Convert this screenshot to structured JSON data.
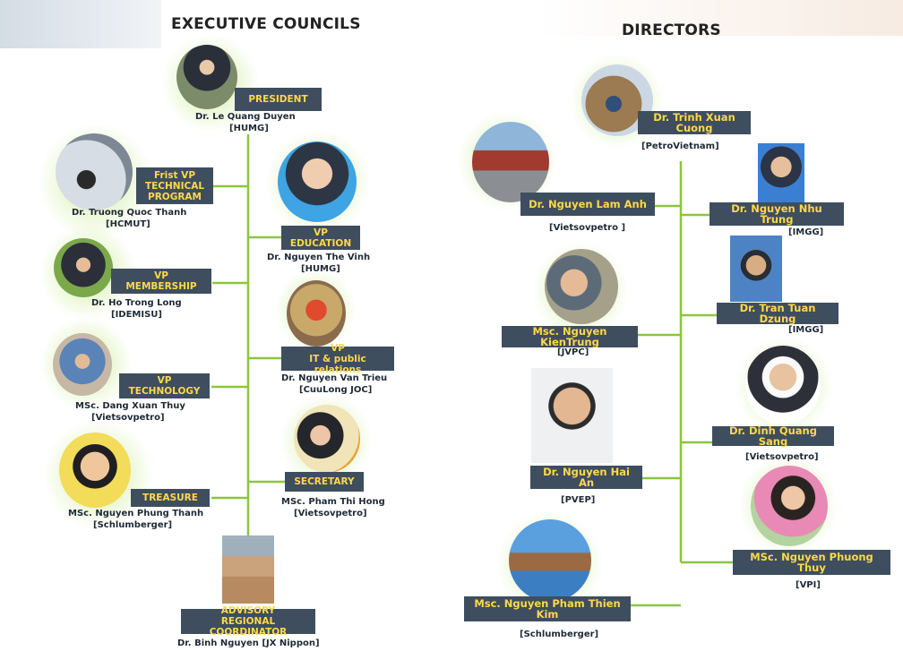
{
  "headings": {
    "left": "EXECUTIVE COUNCILS",
    "right": "DIRECTORS"
  },
  "executive": [
    {
      "id": "president",
      "role": [
        "PRESIDENT"
      ],
      "name": "Dr. Le Quang Duyen",
      "org": "[HUMG]"
    },
    {
      "id": "vp-technical",
      "role": [
        "Frist VP",
        "TECHNICAL",
        "PROGRAM"
      ],
      "name": "Dr. Truong Quoc Thanh",
      "org": "[HCMUT]"
    },
    {
      "id": "vp-education",
      "role": [
        "VP",
        "EDUCATION"
      ],
      "name": "Dr. Nguyen The Vinh",
      "org": "[HUMG]"
    },
    {
      "id": "vp-membership",
      "role": [
        "VP",
        "MEMBERSHIP"
      ],
      "name": "Dr. Ho Trong Long",
      "org": "[IDEMISU]"
    },
    {
      "id": "vp-it",
      "role": [
        "VP",
        "IT & public relations"
      ],
      "name": "Dr. Nguyen Van Trieu",
      "org": "[CuuLong JOC]"
    },
    {
      "id": "vp-technology",
      "role": [
        "VP",
        "TECHNOLOGY"
      ],
      "name": "MSc. Dang Xuan Thuy",
      "org": "[Vietsovpetro]"
    },
    {
      "id": "secretary",
      "role": [
        "SECRETARY"
      ],
      "name": "MSc. Pham Thi Hong",
      "org": "[Vietsovpetro]"
    },
    {
      "id": "treasure",
      "role": [
        "TREASURE"
      ],
      "name": "MSc. Nguyen Phung Thanh",
      "org": "[Schlumberger]"
    },
    {
      "id": "advisory",
      "role": [
        "ADVISORY",
        "REGIONAL COORDINATOR"
      ],
      "name": "Dr. Binh Nguyen [JX Nippon]",
      "org": ""
    }
  ],
  "directors": [
    {
      "id": "cuong",
      "name": "Dr. Trinh Xuan Cuong",
      "org": "[PetroVietnam]"
    },
    {
      "id": "lamanh",
      "name": "Dr. Nguyen Lam Anh",
      "org": "[Vietsovpetro ]"
    },
    {
      "id": "nhutrung",
      "name": "Dr. Nguyen Nhu Trung",
      "org": "[IMGG]"
    },
    {
      "id": "kientrung",
      "name": "Msc. Nguyen KienTrung",
      "org": "[JVPC]"
    },
    {
      "id": "tuandzung",
      "name": "Dr. Tran Tuan Dzung",
      "org": "[IMGG]"
    },
    {
      "id": "haian",
      "name": "Dr. Nguyen Hai An",
      "org": "[PVEP]"
    },
    {
      "id": "quangsang",
      "name": "Dr. Dinh Quang Sang",
      "org": "[Vietsovpetro]"
    },
    {
      "id": "phuongthuy",
      "name": "MSc. Nguyen Phuong Thuy",
      "org": "[VPI]"
    },
    {
      "id": "thienkim",
      "name": "Msc. Nguyen Pham Thien Kim",
      "org": "[Schlumberger]"
    }
  ],
  "colors": {
    "connector": "#8cc63f",
    "tag_bg": "#3e4e5e",
    "tag_text": "#ffd84a",
    "glow": "#b8e07a"
  }
}
